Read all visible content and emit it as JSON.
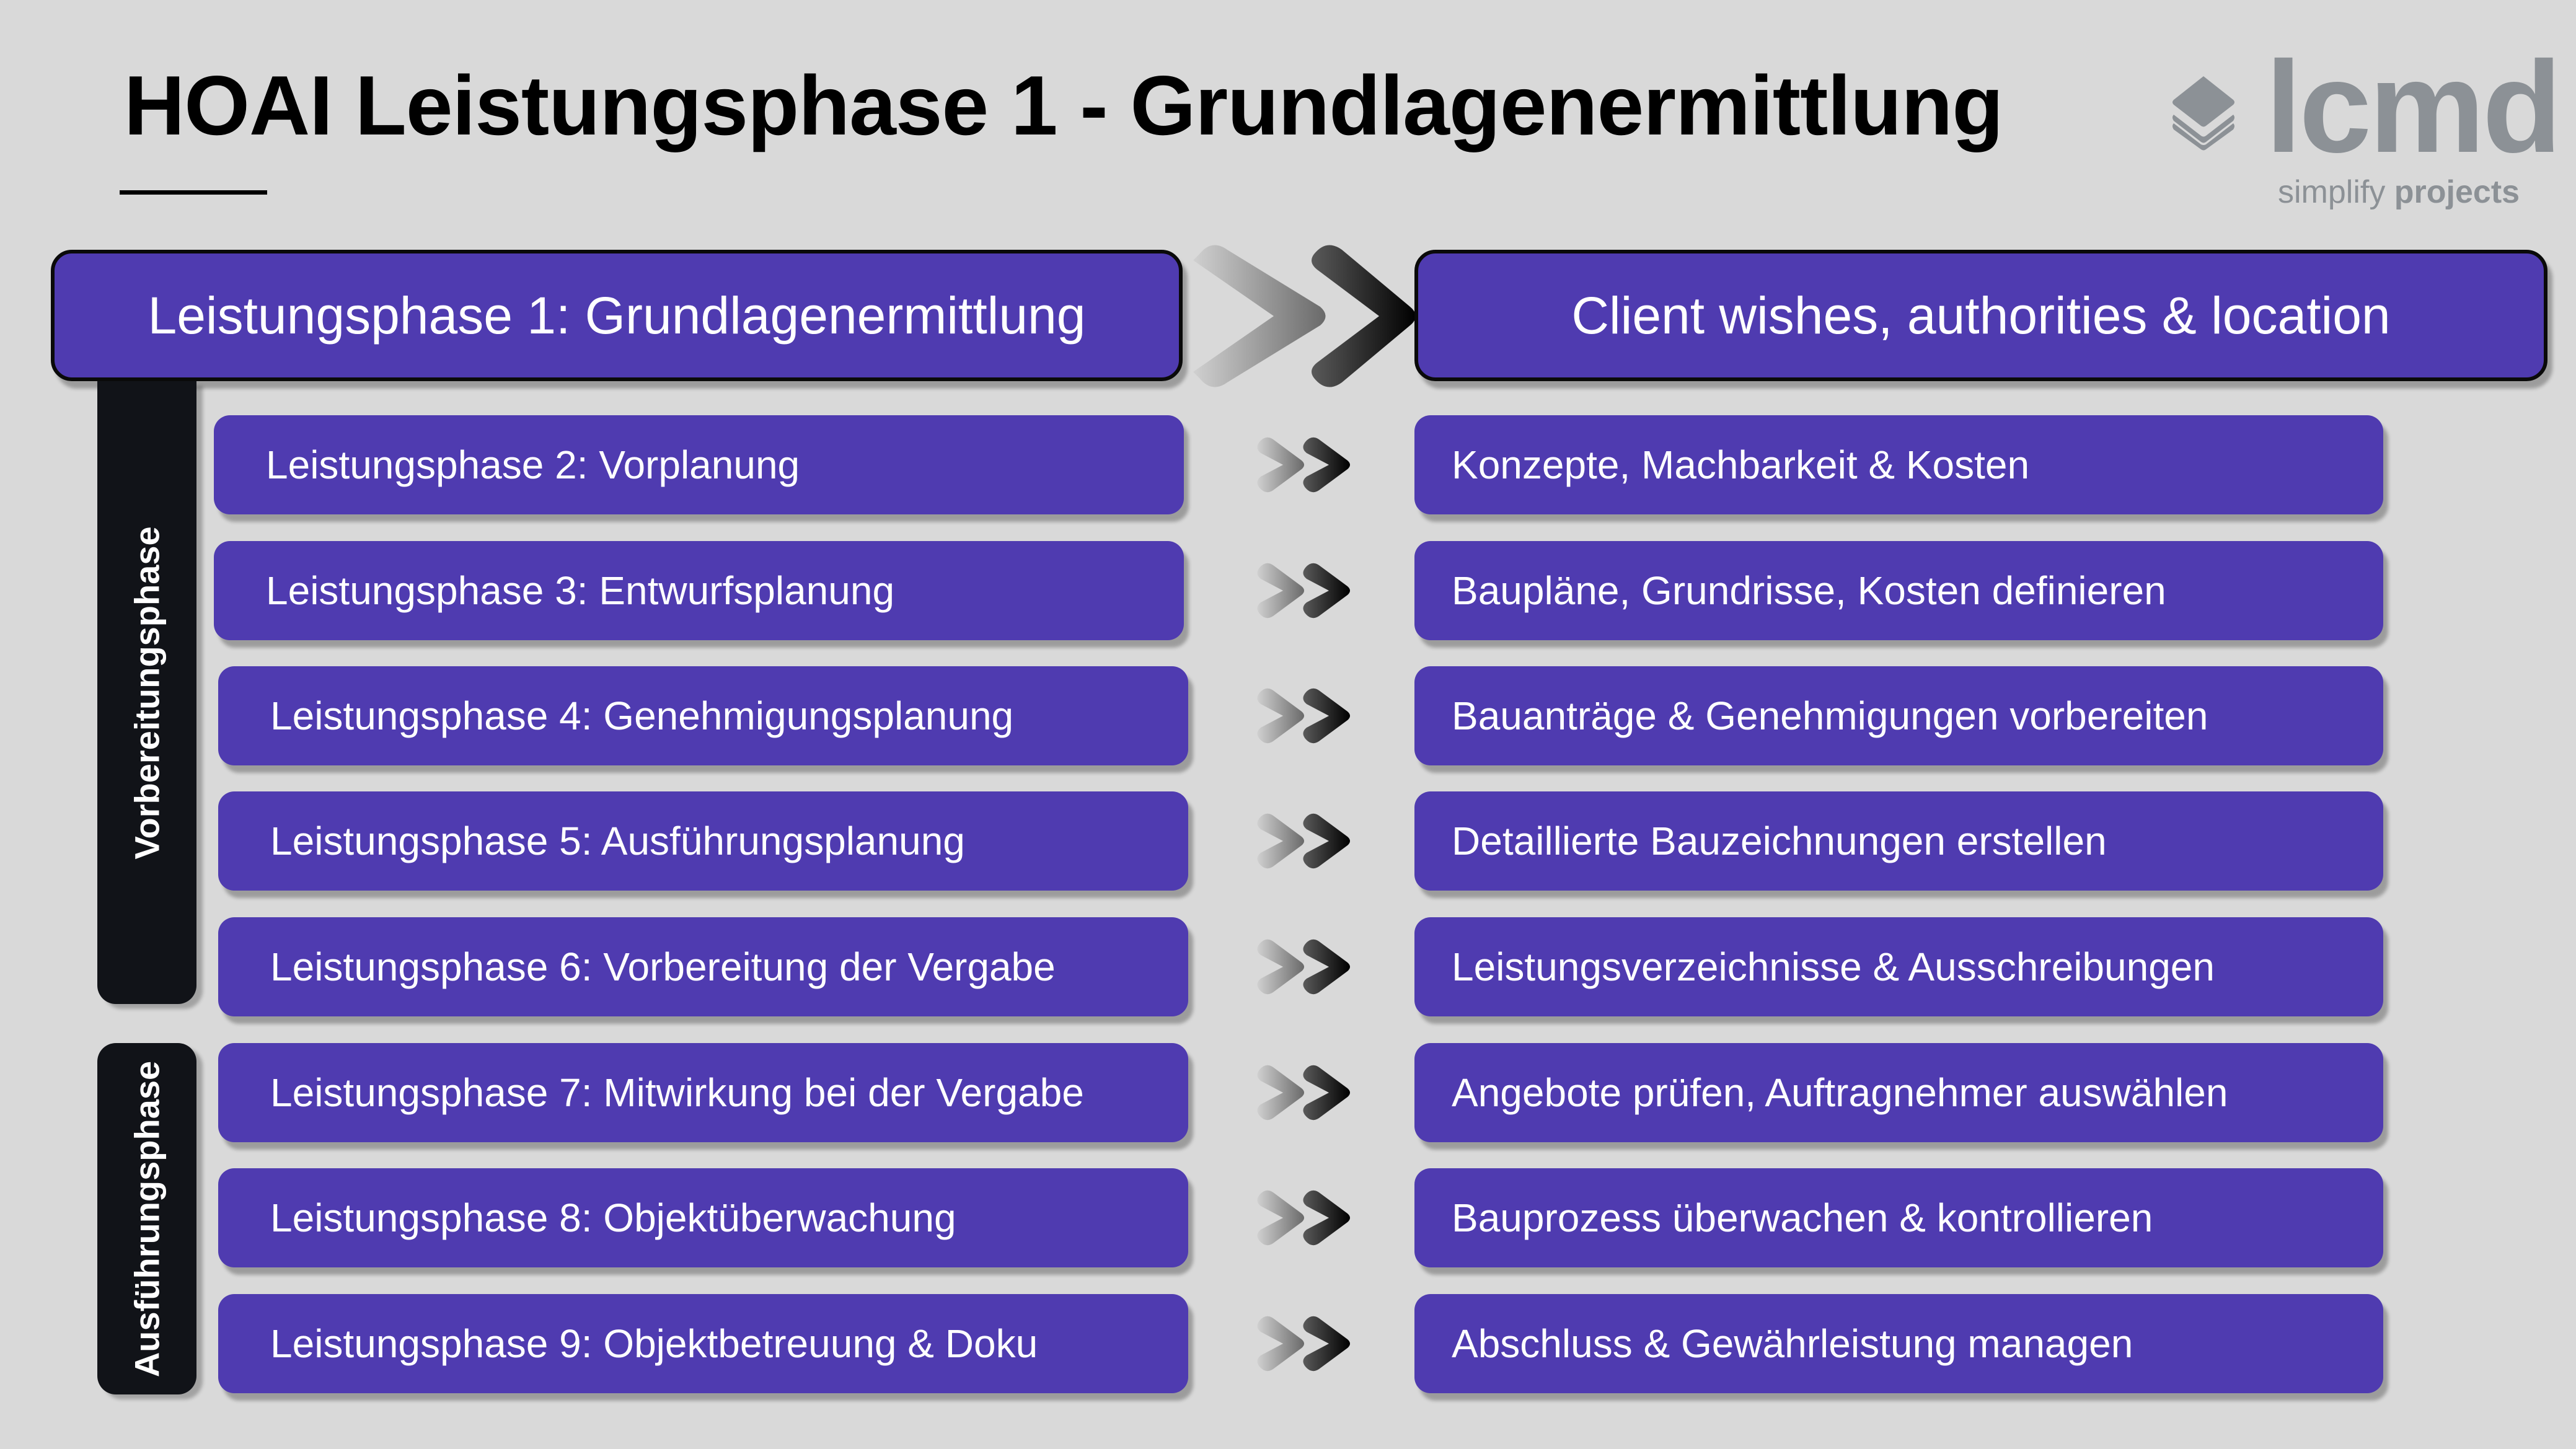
{
  "header": {
    "title": "HOAI Leistungsphase 1 - Grundlagenermittlung"
  },
  "logo": {
    "wordmark": "lcmd",
    "tagline_light": "simplify ",
    "tagline_bold": "projects",
    "icon": "stacked-layers-icon",
    "color": "#8c9196"
  },
  "colors": {
    "box_fill": "#4f3bb0",
    "phase_bar": "#111318",
    "background": "#d9d9d9"
  },
  "main_row": {
    "left_label": "Leistungsphase 1: Grundlagenermittlung",
    "right_label": "Client wishes, authorities & location",
    "arrow_icon": "double-chevron-right-icon"
  },
  "phase_groups": [
    {
      "label": "Vorbereitungsphase",
      "rows": [
        0,
        1,
        2,
        3,
        4
      ]
    },
    {
      "label": "Ausführungsphase",
      "rows": [
        5,
        6,
        7
      ]
    }
  ],
  "rows": [
    {
      "phase": "Leistungsphase 2: Vorplanung",
      "description": "Konzepte, Machbarkeit & Kosten"
    },
    {
      "phase": "Leistungsphase 3: Entwurfsplanung",
      "description": "Baupläne, Grundrisse, Kosten definieren"
    },
    {
      "phase": "Leistungsphase 4: Genehmigungsplanung",
      "description": "Bauanträge & Genehmigungen vorbereiten"
    },
    {
      "phase": "Leistungsphase 5: Ausführungsplanung",
      "description": "Detaillierte Bauzeichnungen erstellen"
    },
    {
      "phase": "Leistungsphase 6: Vorbereitung der Vergabe",
      "description": "Leistungsverzeichnisse & Ausschreibungen"
    },
    {
      "phase": "Leistungsphase 7: Mitwirkung bei der Vergabe",
      "description": "Angebote prüfen, Auftragnehmer auswählen"
    },
    {
      "phase": "Leistungsphase 8: Objektüberwachung",
      "description": "Bauprozess überwachen & kontrollieren"
    },
    {
      "phase": "Leistungsphase 9: Objektbetreuung & Doku",
      "description": "Abschluss & Gewährleistung managen"
    }
  ]
}
